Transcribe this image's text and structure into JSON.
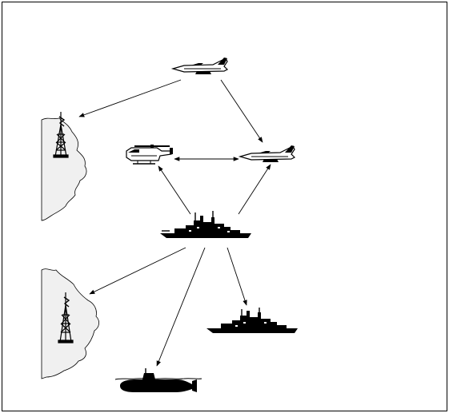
{
  "diagram": {
    "nodes": [
      {
        "id": "shore-station-top",
        "kind": "radio-tower-on-coast"
      },
      {
        "id": "shore-station-bottom",
        "kind": "radio-tower-on-coast"
      },
      {
        "id": "aircraft-top",
        "kind": "fighter-jet"
      },
      {
        "id": "aircraft-right",
        "kind": "fighter-jet"
      },
      {
        "id": "helicopter",
        "kind": "helicopter"
      },
      {
        "id": "command-ship",
        "kind": "warship"
      },
      {
        "id": "escort-ship",
        "kind": "warship"
      },
      {
        "id": "submarine",
        "kind": "submarine"
      }
    ],
    "links": [
      {
        "from": "aircraft-top",
        "to": "shore-station-top",
        "direction": "one-way"
      },
      {
        "from": "aircraft-top",
        "to": "aircraft-right",
        "direction": "one-way"
      },
      {
        "from": "helicopter",
        "to": "aircraft-right",
        "direction": "two-way"
      },
      {
        "from": "command-ship",
        "to": "helicopter",
        "direction": "one-way"
      },
      {
        "from": "command-ship",
        "to": "aircraft-right",
        "direction": "one-way"
      },
      {
        "from": "command-ship",
        "to": "shore-station-bottom",
        "direction": "one-way"
      },
      {
        "from": "command-ship",
        "to": "submarine",
        "direction": "one-way"
      },
      {
        "from": "command-ship",
        "to": "escort-ship",
        "direction": "one-way"
      }
    ],
    "colors": {
      "ink": "#000000",
      "land": "#f0f0f0",
      "border": "#000000",
      "background": "#ffffff"
    }
  }
}
